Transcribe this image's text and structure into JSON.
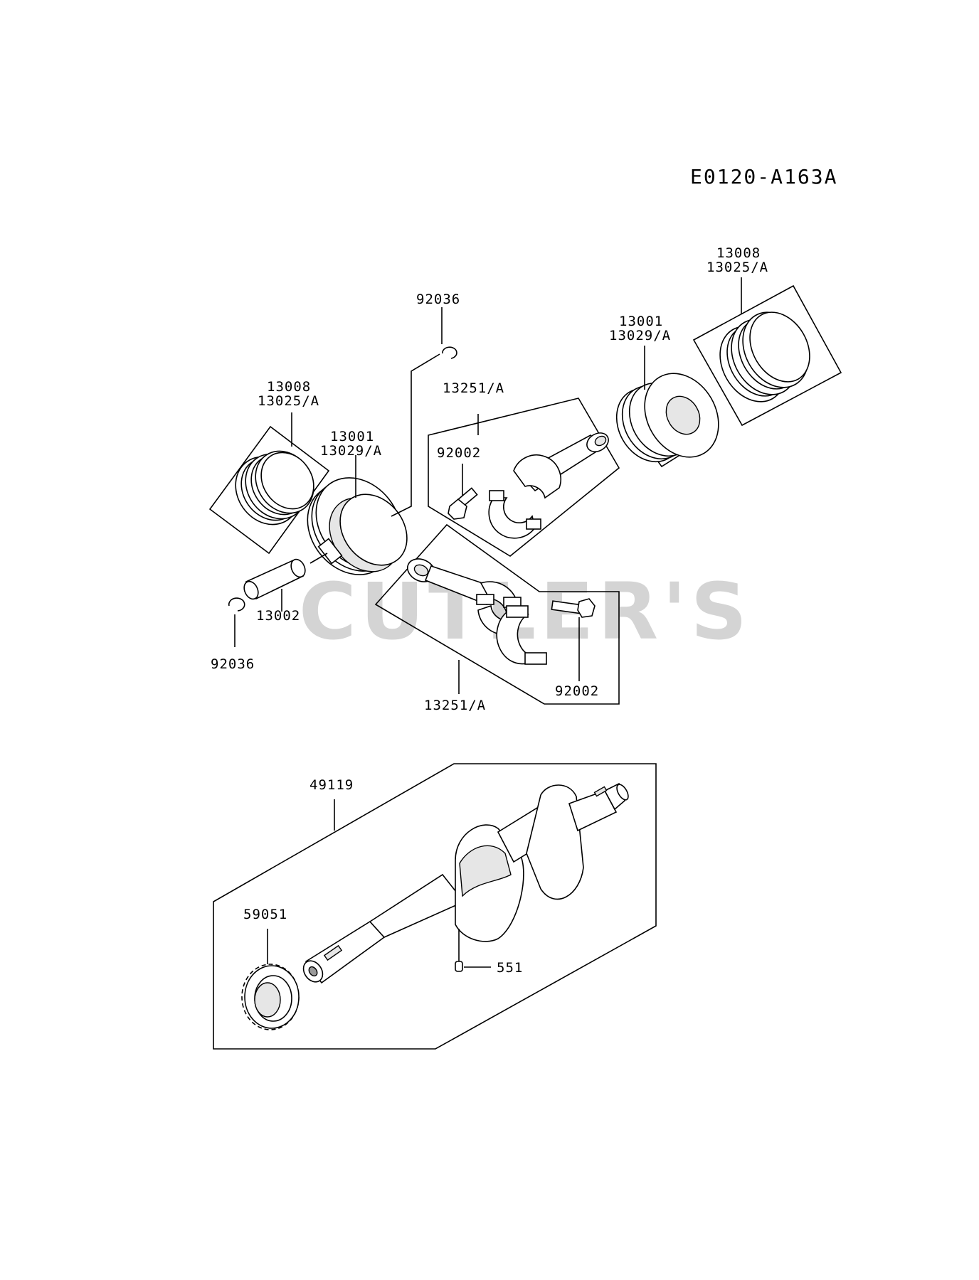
{
  "diagram_code": "E0120-A163A",
  "watermark": "CUTLER'S",
  "labels": {
    "clip_top": "92036",
    "rings_left_a": "13008",
    "rings_left_b": "13025/A",
    "piston_left_a": "13001",
    "piston_left_b": "13029/A",
    "rod_upper": "13251/A",
    "bolt_upper": "92002",
    "piston_right_a": "13001",
    "piston_right_b": "13029/A",
    "rings_right_a": "13008",
    "rings_right_b": "13025/A",
    "pin": "13002",
    "clip_left": "92036",
    "bolt_lower": "92002",
    "rod_lower": "13251/A",
    "crankshaft": "49119",
    "gear": "59051",
    "key": "551"
  }
}
